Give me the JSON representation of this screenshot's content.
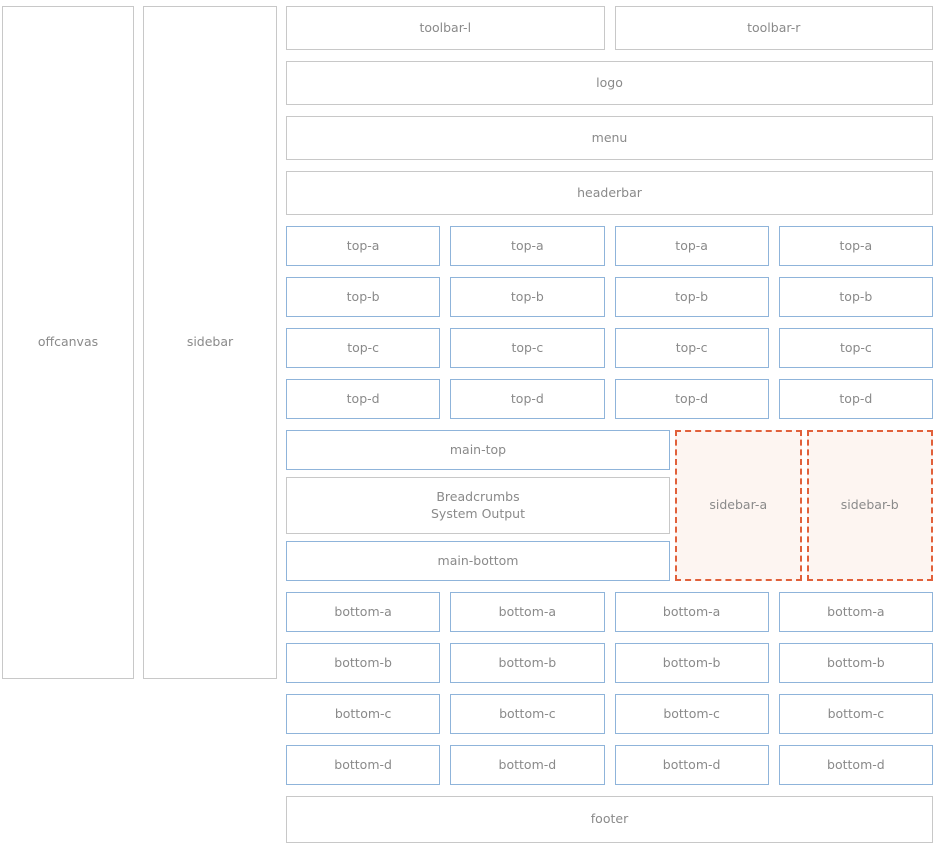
{
  "panels": {
    "offcanvas": "offcanvas",
    "sidebar": "sidebar"
  },
  "toolbar": {
    "left": "toolbar-l",
    "right": "toolbar-r"
  },
  "logo": "logo",
  "menu": "menu",
  "headerbar": "headerbar",
  "top_rows": [
    {
      "key": "top-a",
      "cells": [
        "top-a",
        "top-a",
        "top-a",
        "top-a"
      ]
    },
    {
      "key": "top-b",
      "cells": [
        "top-b",
        "top-b",
        "top-b",
        "top-b"
      ]
    },
    {
      "key": "top-c",
      "cells": [
        "top-c",
        "top-c",
        "top-c",
        "top-c"
      ]
    },
    {
      "key": "top-d",
      "cells": [
        "top-d",
        "top-d",
        "top-d",
        "top-d"
      ]
    }
  ],
  "main": {
    "top": "main-top",
    "content": "Breadcrumbs\nSystem Output",
    "content_line1": "Breadcrumbs",
    "content_line2": "System Output",
    "bottom": "main-bottom"
  },
  "sidebars": {
    "a": "sidebar-a",
    "b": "sidebar-b"
  },
  "bottom_rows": [
    {
      "key": "bottom-a",
      "cells": [
        "bottom-a",
        "bottom-a",
        "bottom-a",
        "bottom-a"
      ]
    },
    {
      "key": "bottom-b",
      "cells": [
        "bottom-b",
        "bottom-b",
        "bottom-b",
        "bottom-b"
      ]
    },
    {
      "key": "bottom-c",
      "cells": [
        "bottom-c",
        "bottom-c",
        "bottom-c",
        "bottom-c"
      ]
    },
    {
      "key": "bottom-d",
      "cells": [
        "bottom-d",
        "bottom-d",
        "bottom-d",
        "bottom-d"
      ]
    }
  ],
  "footer": "footer",
  "colors": {
    "region_border_blue": "#8fb4da",
    "chrome_border_gray": "#c8c8c8",
    "sidebar_border_orange": "#e1603a",
    "sidebar_fill": "#fdf5f1",
    "label_text": "#8a8a8a",
    "page_background": "#ffffff"
  }
}
